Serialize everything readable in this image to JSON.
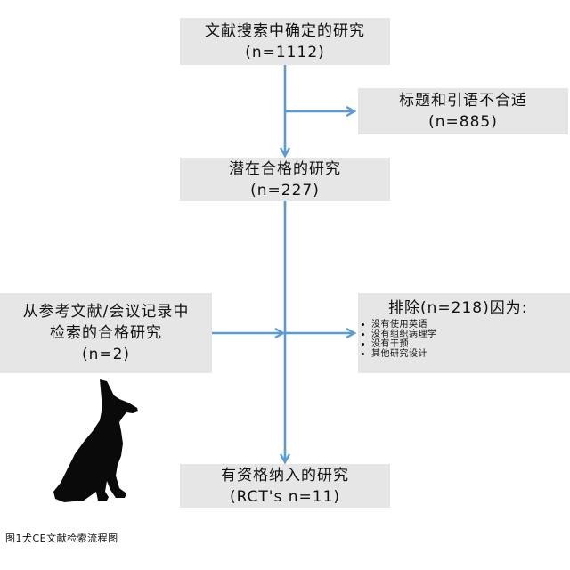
{
  "boxes": {
    "identified": {
      "line1": "文献搜索中确定的研究",
      "line2": "(n=1112)"
    },
    "excluded_title": {
      "line1": "标题和引语不合适",
      "line2": "(n=885)"
    },
    "potential": {
      "line1": "潜在合格的研究",
      "line2": "(n=227)"
    },
    "references": {
      "line1": "从参考文献/会议记录中",
      "line2": "检索的合格研究",
      "line3": "(n=2)"
    },
    "excluded_218": {
      "title": "排除(n=218)因为:",
      "reasons": [
        "没有使用英语",
        "没有组织病理学",
        "没有干预",
        "其他研究设计"
      ]
    },
    "included": {
      "line1": "有资格纳入的研究",
      "line2": "(RCT's n=11)"
    }
  },
  "caption": "图1犬CE文献检索流程图",
  "colors": {
    "arrow": "#5b9bd5",
    "box": "#e6e6e6",
    "dog": "#0a0a0a"
  },
  "icons": {
    "dog": "dog-silhouette"
  }
}
